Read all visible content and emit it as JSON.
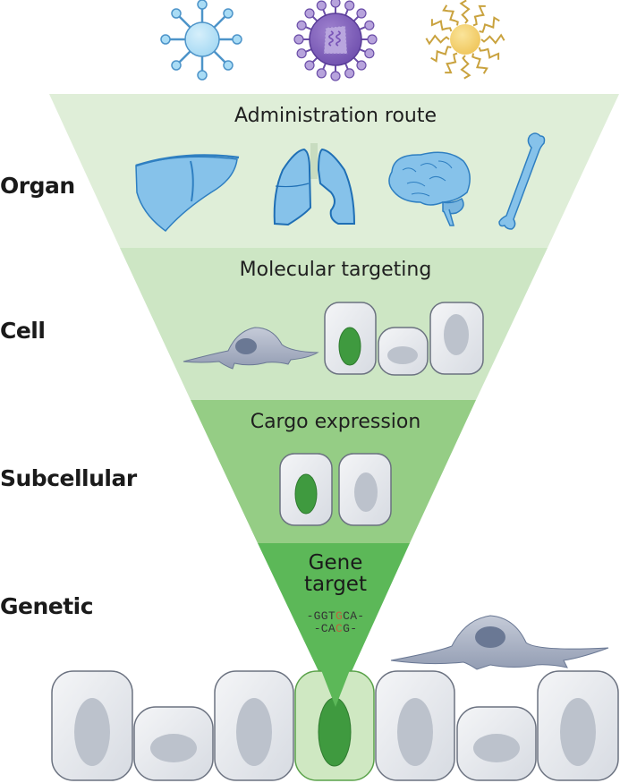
{
  "vectors": [
    {
      "name": "lipid-nanoparticle",
      "color": "#a8dcf5"
    },
    {
      "name": "viral-vector",
      "color": "#8a6bbf"
    },
    {
      "name": "polymer-nanoparticle",
      "color": "#f2cf6e"
    }
  ],
  "levels": [
    {
      "label": "Organ",
      "band_title": "Administration route",
      "band_color": "#dfeed8"
    },
    {
      "label": "Cell",
      "band_title": "Molecular targeting",
      "band_color": "#cde6c4"
    },
    {
      "label": "Subcellular",
      "band_title": "Cargo expression",
      "band_color": "#95cd85"
    },
    {
      "label": "Genetic",
      "band_title_line1": "Gene",
      "band_title_line2": "target",
      "band_color": "#5cb858"
    }
  ],
  "organs": [
    "liver",
    "lungs",
    "brain",
    "bone"
  ],
  "dna": {
    "top_prefix": "-GGT",
    "top_highlight": "G",
    "top_suffix": "CA-",
    "bottom_prefix": "-CA",
    "bottom_highlight": "C",
    "bottom_suffix": "G-"
  },
  "colors": {
    "organ_fill": "#86c2ea",
    "organ_stroke": "#2f7fc1",
    "cell_fill": "#e4e7ec",
    "cell_stroke": "#6b7280",
    "nucleus_grey": "#bcc2cc",
    "nucleus_green": "#3f9a3f",
    "target_cell_fill": "#cfe8c2",
    "fibroblast": "#a9b2c6",
    "fibroblast_nucleus": "#6a7894"
  }
}
